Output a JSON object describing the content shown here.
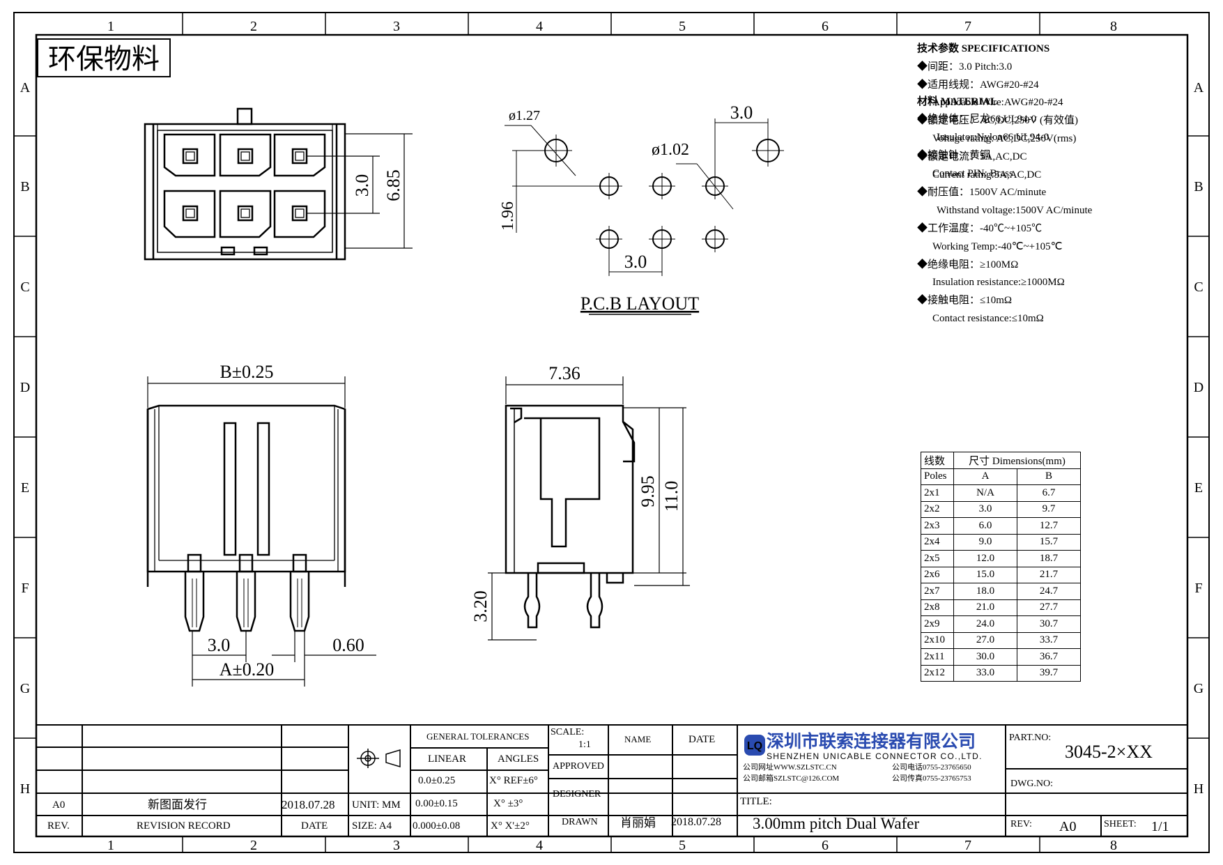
{
  "border": {
    "columns": [
      "1",
      "2",
      "3",
      "4",
      "5",
      "6",
      "7",
      "8"
    ],
    "rows": [
      "A",
      "B",
      "C",
      "D",
      "E",
      "F",
      "G",
      "H"
    ]
  },
  "stamp": "环保物料",
  "views": {
    "front": {
      "dim_pitch": "3.0",
      "dim_height": "6.85"
    },
    "pcb": {
      "hole1": "ø1.27",
      "hole2": "ø1.02",
      "pitch_top": "3.0",
      "pitch_bottom": "3.0",
      "row_offset": "1.96",
      "label": "P.C.B LAYOUT"
    },
    "bottom": {
      "width": "B±0.25",
      "pitch": "3.0",
      "pin": "0.60",
      "span": "A±0.20"
    },
    "side": {
      "depth": "7.36",
      "h1": "9.95",
      "h2": "11.0",
      "tail": "3.20"
    }
  },
  "specs": {
    "title": "技术参数  SPECIFICATIONS",
    "lines": [
      {
        "text": "◆间距：3.0      Pitch:3.0",
        "cls": ""
      },
      {
        "text": "◆适用线规：AWG#20-#24",
        "cls": ""
      },
      {
        "text": "Applicable Wire:AWG#20-#24",
        "cls": "sub"
      },
      {
        "text": "◆额定电压：AC,DC,250V (有效值)",
        "cls": ""
      },
      {
        "text": "Voltage rating: AC,DC,250V(rms)",
        "cls": "sub"
      },
      {
        "text": "◆额定电流：5A,AC,DC",
        "cls": ""
      },
      {
        "text": "Current rating:5A,AC,DC",
        "cls": "sub"
      },
      {
        "text": "◆耐压值：1500V AC/minute",
        "cls": ""
      },
      {
        "text": "Withstand voltage:1500V AC/minute",
        "cls": "sub2"
      },
      {
        "text": "◆工作温度：-40℃~+105℃",
        "cls": ""
      },
      {
        "text": "Working Temp:-40℃~+105℃",
        "cls": "sub"
      },
      {
        "text": "◆绝缘电阻：≥100MΩ",
        "cls": ""
      },
      {
        "text": "Insulation resistance:≥1000MΩ",
        "cls": "sub"
      },
      {
        "text": "◆接触电阻：≤10mΩ",
        "cls": ""
      },
      {
        "text": "Contact resistance:≤10mΩ",
        "cls": "sub"
      }
    ],
    "material_title": "材料  MATERIAL",
    "material": [
      {
        "text": "◆绝缘体：尼龙66,UL94-0",
        "cls": ""
      },
      {
        "text": "Insulator:Nylon66 UL94-0",
        "cls": "sub2"
      },
      {
        "text": "◆接触针：黄铜",
        "cls": ""
      },
      {
        "text": "Contact PIN:  Brass",
        "cls": "sub"
      }
    ]
  },
  "dimensions_table": {
    "h_poles_cn": "线数",
    "h_poles": "Poles",
    "h_dims": "尺寸 Dimensions(mm)",
    "h_a": "A",
    "h_b": "B",
    "rows": [
      [
        "2x1",
        "N/A",
        "6.7"
      ],
      [
        "2x2",
        "3.0",
        "9.7"
      ],
      [
        "2x3",
        "6.0",
        "12.7"
      ],
      [
        "2x4",
        "9.0",
        "15.7"
      ],
      [
        "2x5",
        "12.0",
        "18.7"
      ],
      [
        "2x6",
        "15.0",
        "21.7"
      ],
      [
        "2x7",
        "18.0",
        "24.7"
      ],
      [
        "2x8",
        "21.0",
        "27.7"
      ],
      [
        "2x9",
        "24.0",
        "30.7"
      ],
      [
        "2x10",
        "27.0",
        "33.7"
      ],
      [
        "2x11",
        "30.0",
        "36.7"
      ],
      [
        "2x12",
        "33.0",
        "39.7"
      ]
    ]
  },
  "title_block": {
    "rev_value": "A0",
    "rev_record_value": "新图面发行",
    "rev_date_value": "2018.07.28",
    "rev_label": "REV.",
    "revision_record_label": "REVISION RECORD",
    "date_label": "DATE",
    "unit": "UNIT: MM",
    "size": "SIZE: A4",
    "general_tolerances": "GENERAL TOLERANCES",
    "linear": "LINEAR",
    "angles": "ANGLES",
    "lin1": "0.0±0.25",
    "lin2": "0.00±0.15",
    "lin3": "0.000±0.08",
    "ang1": "X° REF±6°",
    "ang2": "X° ±3°",
    "ang3": "X° X'±2°",
    "scale_label": "SCALE:",
    "scale_value": "1:1",
    "name_label": "NAME",
    "date_col_label": "DATE",
    "approved": "APPROVED",
    "designer": "DESIGNER",
    "drawn": "DRAWN",
    "drawn_name": "肖丽娟",
    "drawn_date": "2018.07.28",
    "company_cn": "深圳市联索连接器有限公司",
    "company_en": "SHENZHEN UNICABLE CONNECTOR CO.,LTD.",
    "website": "公司网址WWW.SZLSTC.CN",
    "email": "公司邮箱SZLSTC@126.COM",
    "phone": "公司电话0755-23765650",
    "fax": "公司传真0755-23765753",
    "part_no_label": "PART.NO:",
    "part_no": "3045-2×XX",
    "dwg_no_label": "DWG.NO:",
    "title_label": "TITLE:",
    "title": "3.00mm pitch Dual Wafer",
    "rev2_label": "REV:",
    "rev2_value": "A0",
    "sheet_label": "SHEET:",
    "sheet_value": "1/1"
  }
}
